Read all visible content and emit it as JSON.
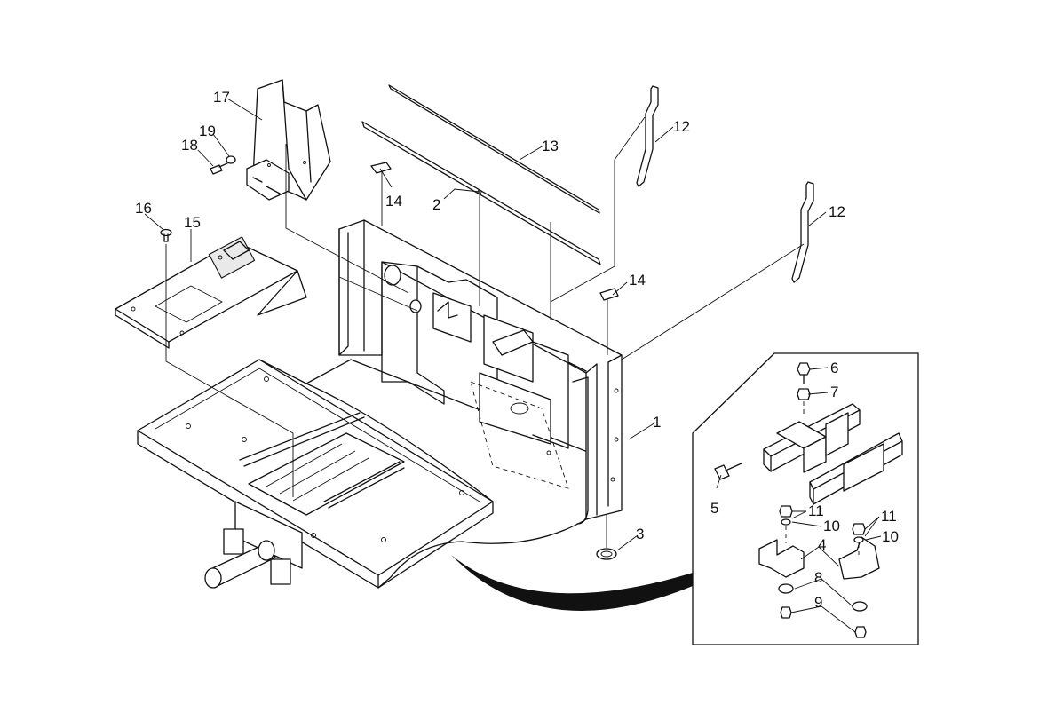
{
  "diagram": {
    "callouts": [
      {
        "id": "c1",
        "label": "1"
      },
      {
        "id": "c2",
        "label": "2"
      },
      {
        "id": "c3",
        "label": "3"
      },
      {
        "id": "c4",
        "label": "4"
      },
      {
        "id": "c5",
        "label": "5"
      },
      {
        "id": "c6",
        "label": "6"
      },
      {
        "id": "c7",
        "label": "7"
      },
      {
        "id": "c8",
        "label": "8"
      },
      {
        "id": "c9",
        "label": "9"
      },
      {
        "id": "c10a",
        "label": "10"
      },
      {
        "id": "c10b",
        "label": "10"
      },
      {
        "id": "c11a",
        "label": "11"
      },
      {
        "id": "c11b",
        "label": "11"
      },
      {
        "id": "c12a",
        "label": "12"
      },
      {
        "id": "c12b",
        "label": "12"
      },
      {
        "id": "c13",
        "label": "13"
      },
      {
        "id": "c14a",
        "label": "14"
      },
      {
        "id": "c14b",
        "label": "14"
      },
      {
        "id": "c15",
        "label": "15"
      },
      {
        "id": "c16",
        "label": "16"
      },
      {
        "id": "c17",
        "label": "17"
      },
      {
        "id": "c18",
        "label": "18"
      },
      {
        "id": "c19",
        "label": "19"
      }
    ]
  }
}
